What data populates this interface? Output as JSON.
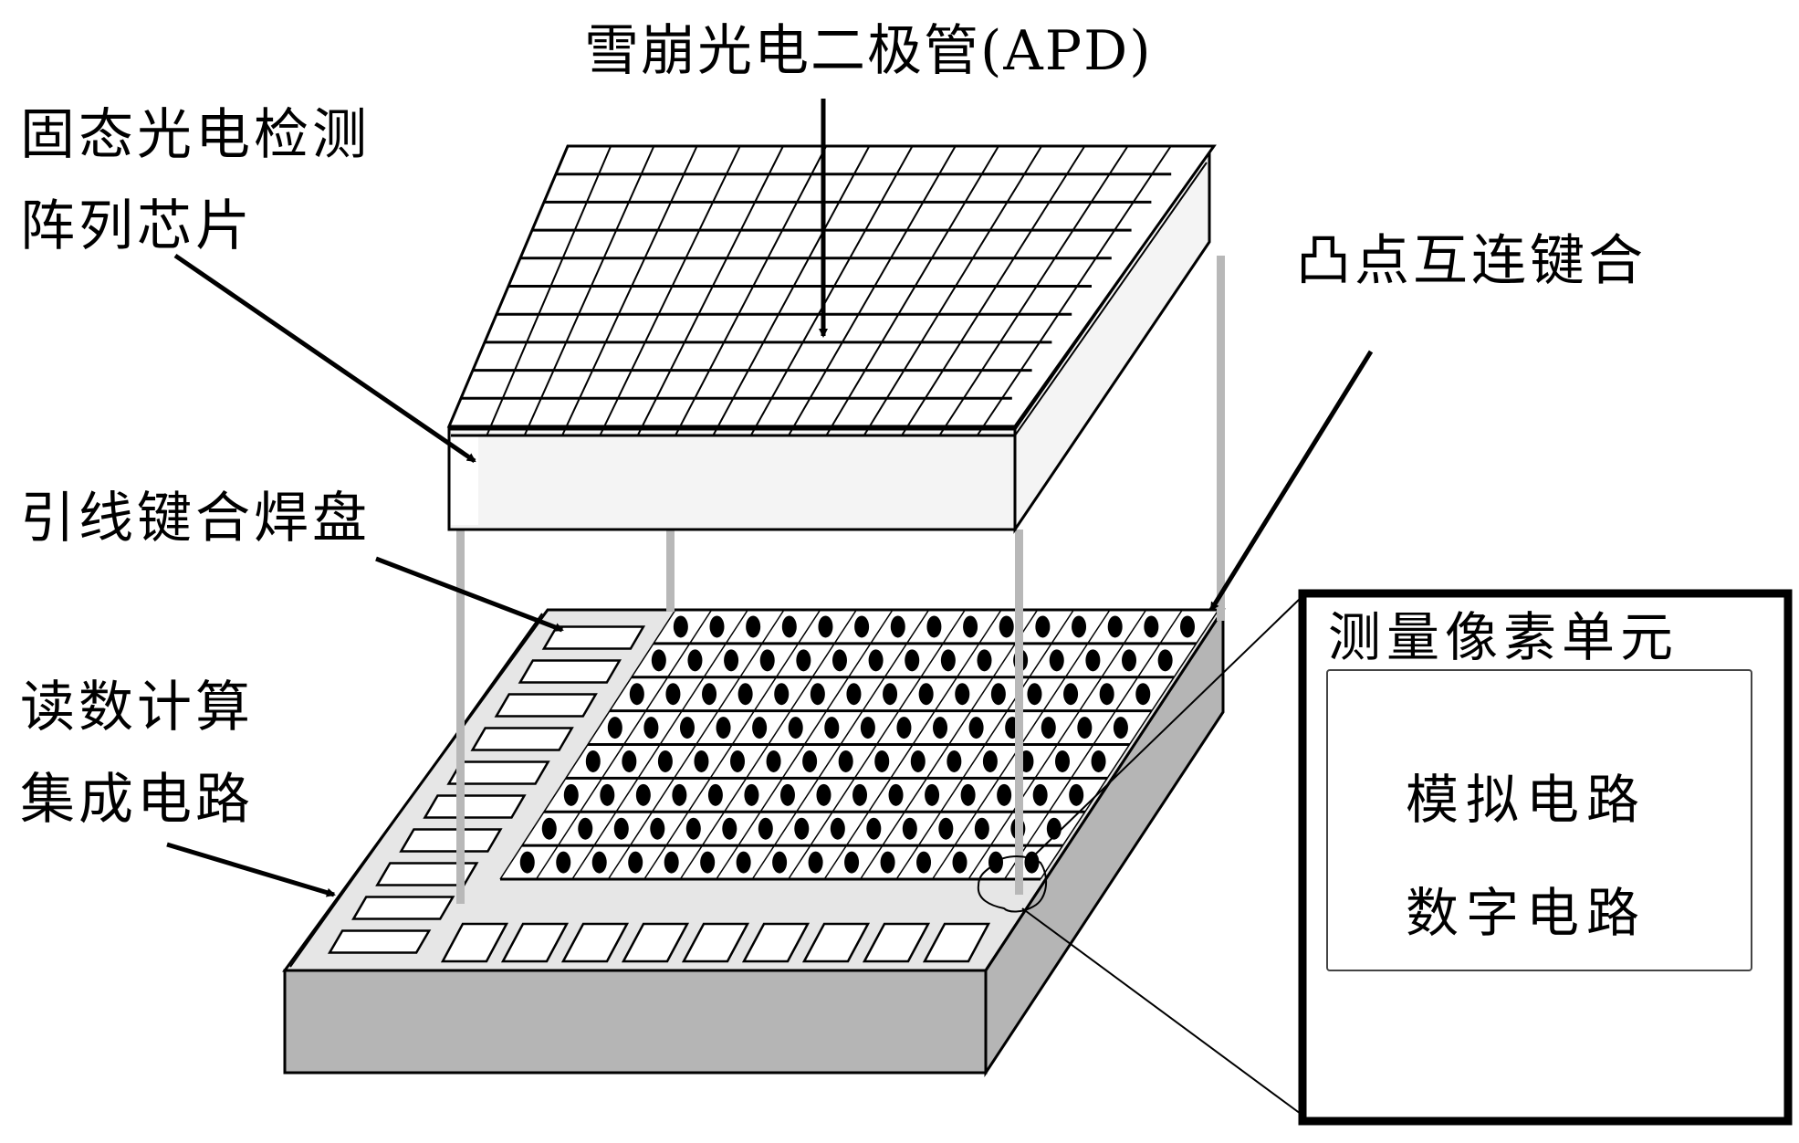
{
  "labels": {
    "apd": "雪崩光电二极管(APD)",
    "solid_state_chip_line1": "固态光电检测",
    "solid_state_chip_line2": "阵列芯片",
    "bump_bonding": "凸点互连键合",
    "wire_bond_pad": "引线键合焊盘",
    "roic_line1": "读数计算",
    "roic_line2": "集成电路"
  },
  "pixel_unit_box": {
    "title": "测量像素单元",
    "lines": [
      "模拟电路",
      "数字电路"
    ]
  },
  "structure": {
    "apd_grid_rows": 10,
    "apd_grid_cols": 15,
    "bump_rows": 8,
    "bump_cols": 15,
    "left_pads": 10,
    "bottom_pads": 9
  },
  "colors": {
    "stroke": "#000000",
    "chip_side": "#f4f4f4",
    "board_top": "#e6e6e6",
    "board_side": "#b5b5b5",
    "pillar": "#b8b8b8",
    "bump": "#000000",
    "background": "#ffffff"
  }
}
